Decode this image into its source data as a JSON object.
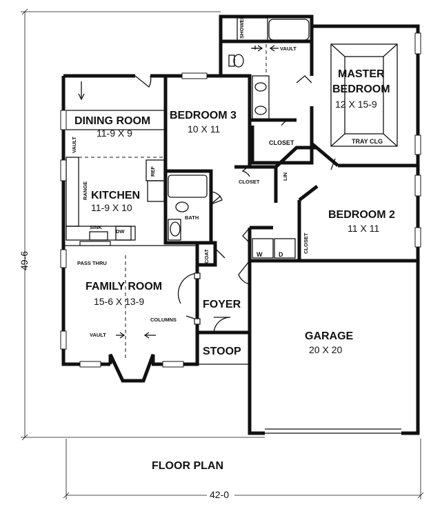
{
  "plan": {
    "title": "FLOOR PLAN",
    "width_dim": "42-0",
    "depth_dim": "49-6"
  },
  "rooms": {
    "dining": {
      "name": "DINING ROOM",
      "size": "11-9 X 9"
    },
    "bedroom3": {
      "name": "BEDROOM 3",
      "size": "10 X 11"
    },
    "master": {
      "name1": "MASTER",
      "name2": "BEDROOM",
      "size": "12 X 15-9"
    },
    "kitchen": {
      "name": "KITCHEN",
      "size": "11-9 X 10"
    },
    "bedroom2": {
      "name": "BEDROOM 2",
      "size": "11 X 11"
    },
    "family": {
      "name": "FAMILY ROOM",
      "size": "15-6 X 13-9"
    },
    "foyer": {
      "name": "FOYER"
    },
    "stoop": {
      "name": "STOOP"
    },
    "garage": {
      "name": "GARAGE",
      "size": "20 X 20"
    }
  },
  "labels": {
    "shower": "SHOWER",
    "vault_master_bath": "VAULT",
    "vault_dining": "VAULT",
    "vault_family": "VAULT",
    "closet_master": "CLOSET",
    "closet_hall": "CLOSET",
    "closet_bed2": "CLOSET",
    "lin": "LIN",
    "tray_clg": "TRAY CLG",
    "ref": "REF",
    "range": "RANGE",
    "sink": "SINK",
    "dw": "DW",
    "bath": "BATH",
    "coat": "COAT",
    "pass_thru": "PASS THRU",
    "columns": "COLUMNS",
    "washer": "W",
    "dryer": "D"
  }
}
